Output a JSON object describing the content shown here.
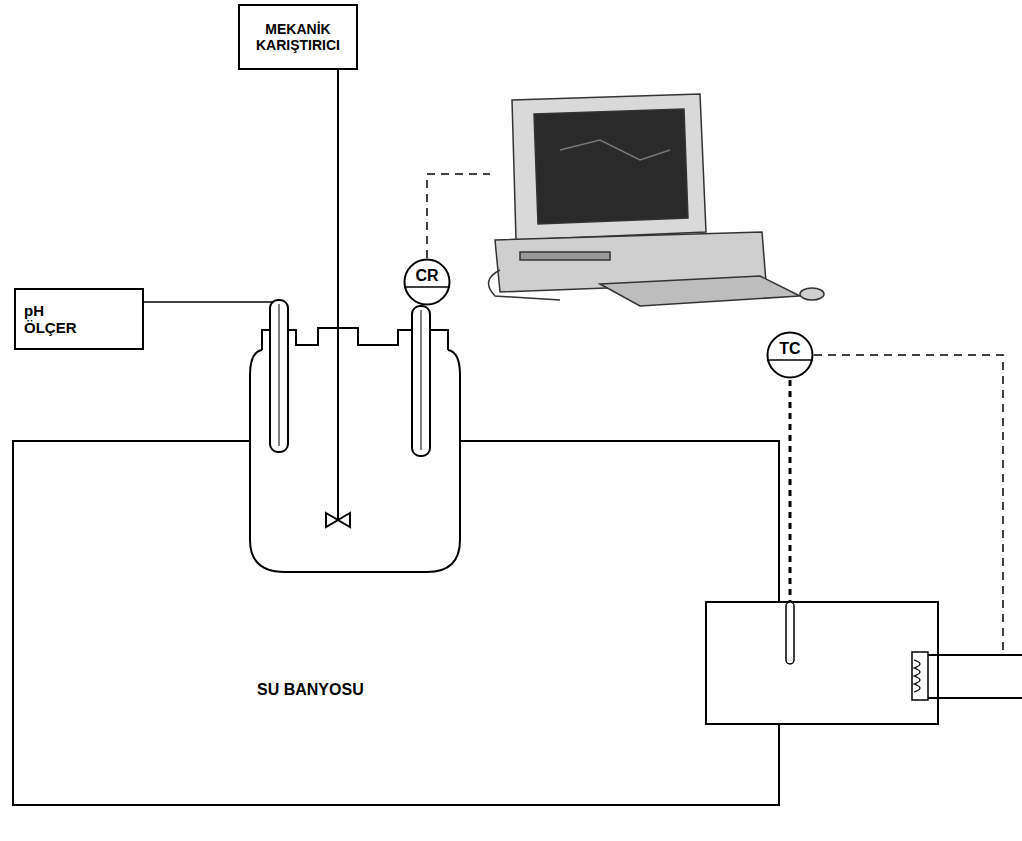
{
  "diagram": {
    "nodes": [
      {
        "text": [
          "MEKANİK KARIŞTIRICI"
        ]
      },
      {
        "text": [
          "CR"
        ]
      },
      {
        "text": [
          "pH ÖLÇER"
        ]
      },
      {
        "text": [
          "TC"
        ]
      },
      {
        "text": [
          "SU BANYOSU"
        ]
      }
    ]
  }
}
